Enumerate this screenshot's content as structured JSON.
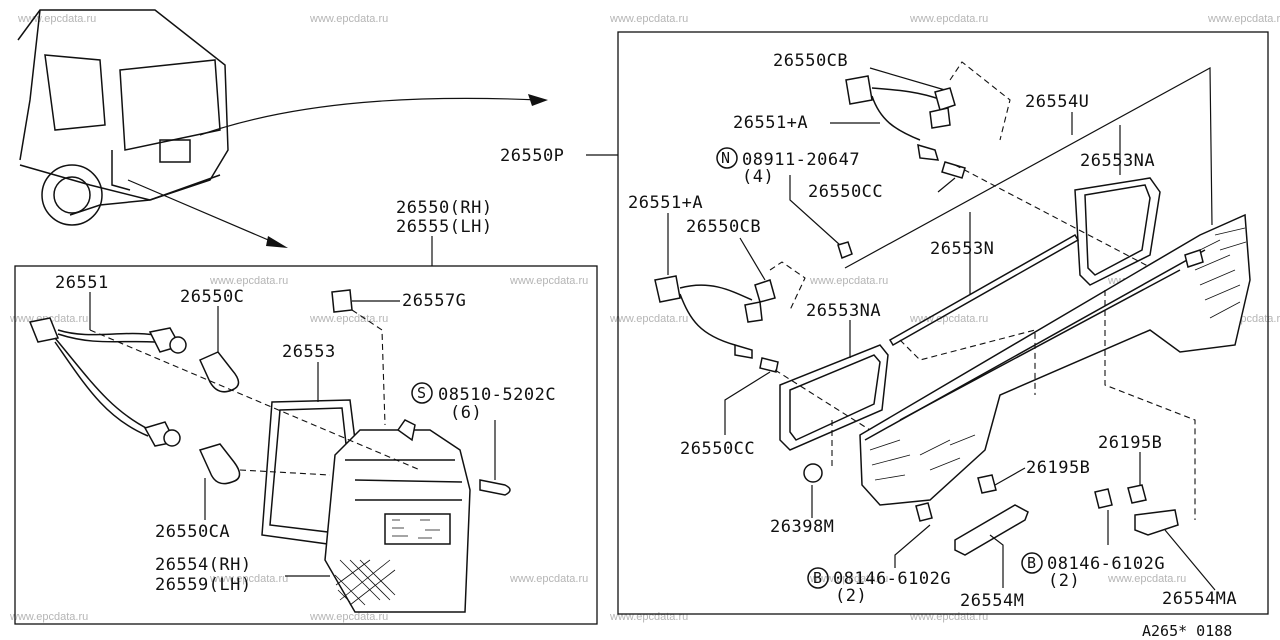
{
  "watermark": "www.epcdata.ru",
  "diagram_code": "A265* 0188",
  "labels": {
    "p26550_rh": "26550(RH)",
    "p26555_lh": "26555(LH)",
    "p26551": "26551",
    "p26550c": "26550C",
    "p26557g": "26557G",
    "p26553": "26553",
    "s08510_5202c": "08510-5202C",
    "s08510_qty": "(6)",
    "s_badge": "S",
    "p26550ca": "26550CA",
    "p26554_rh": "26554(RH)",
    "p26559_lh": "26559(LH)",
    "p26550cb_top": "26550CB",
    "p26551a_top": "26551+A",
    "p26550p": "26550P",
    "n_badge": "N",
    "n08911_20647": "08911-20647",
    "n08911_qty": "(4)",
    "p26550cc_top": "26550CC",
    "p26554u": "26554U",
    "p26553na_top": "26553NA",
    "p26551a_mid": "26551+A",
    "p26550cb_mid": "26550CB",
    "p26553n": "26553N",
    "p26553na_mid": "26553NA",
    "p26550cc_mid": "26550CC",
    "p26195b_a": "26195B",
    "p26195b_b": "26195B",
    "p26398m": "26398M",
    "b_badge_left": "B",
    "b08146_left": "08146-6102G",
    "b08146_left_qty": "(2)",
    "b_badge_right": "B",
    "b08146_right": "08146-6102G",
    "b08146_right_qty": "(2)",
    "p26554m": "26554M",
    "p26554ma": "26554MA"
  }
}
